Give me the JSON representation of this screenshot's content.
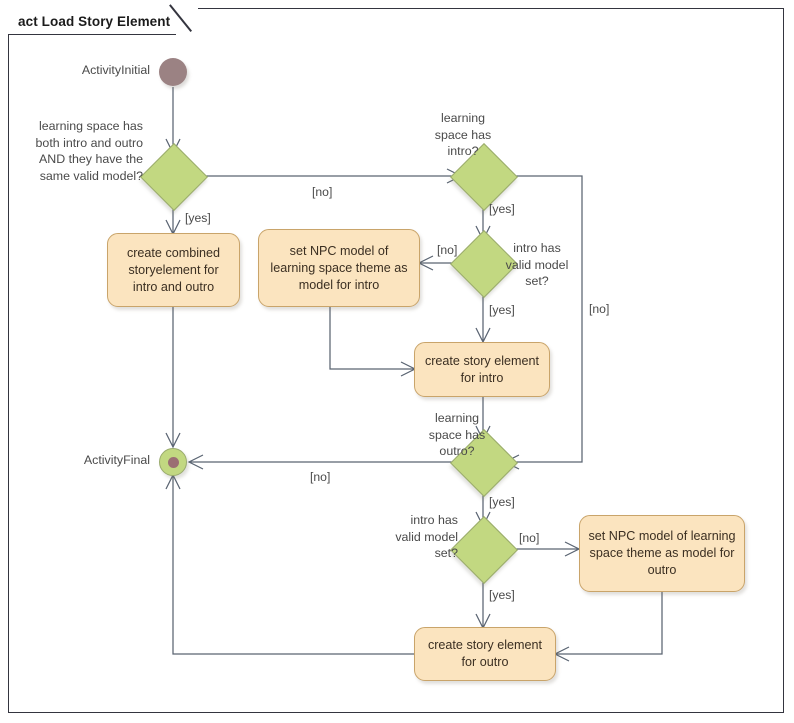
{
  "diagram": {
    "frame_title": "act Load Story Element",
    "type": "UML Activity Diagram",
    "colors": {
      "action_fill": "#fbe4bf",
      "action_border": "#c9a46a",
      "decision_fill": "#c2d881",
      "decision_border": "#9aab6d",
      "initial_node": "#9b8283",
      "final_inner": "#9b6f73",
      "edge": "#5a6472",
      "frame_border": "#34353f"
    },
    "nodes": {
      "initial": {
        "label": "ActivityInitial"
      },
      "final": {
        "label": "ActivityFinal"
      },
      "decision_both": {
        "label": "learning space has\nboth intro and outro\nAND they have the\nsame valid model?"
      },
      "decision_has_intro": {
        "label": "learning\nspace has\nintro?"
      },
      "decision_intro_model": {
        "label": "intro has\nvalid model\nset?"
      },
      "decision_has_outro": {
        "label": "learning\nspace has\noutro?"
      },
      "decision_outro_model": {
        "label": "intro has\nvalid model\nset?"
      },
      "action_combined": {
        "label": "create combined storyelement for intro and outro"
      },
      "action_npc_intro": {
        "label": "set NPC model of learning space theme as model for intro"
      },
      "action_story_intro": {
        "label": "create story element for intro"
      },
      "action_npc_outro": {
        "label": "set NPC model of learning space theme as model for outro"
      },
      "action_story_outro": {
        "label": "create story element for outro"
      }
    },
    "guards": {
      "both_yes": "[yes]",
      "both_no": "[no]",
      "has_intro_yes": "[yes]",
      "has_intro_no": "[no]",
      "intro_model_no": "[no]",
      "intro_model_yes": "[yes]",
      "has_outro_no": "[no]",
      "has_outro_yes": "[yes]",
      "outro_model_no": "[no]",
      "outro_model_yes": "[yes]"
    }
  }
}
